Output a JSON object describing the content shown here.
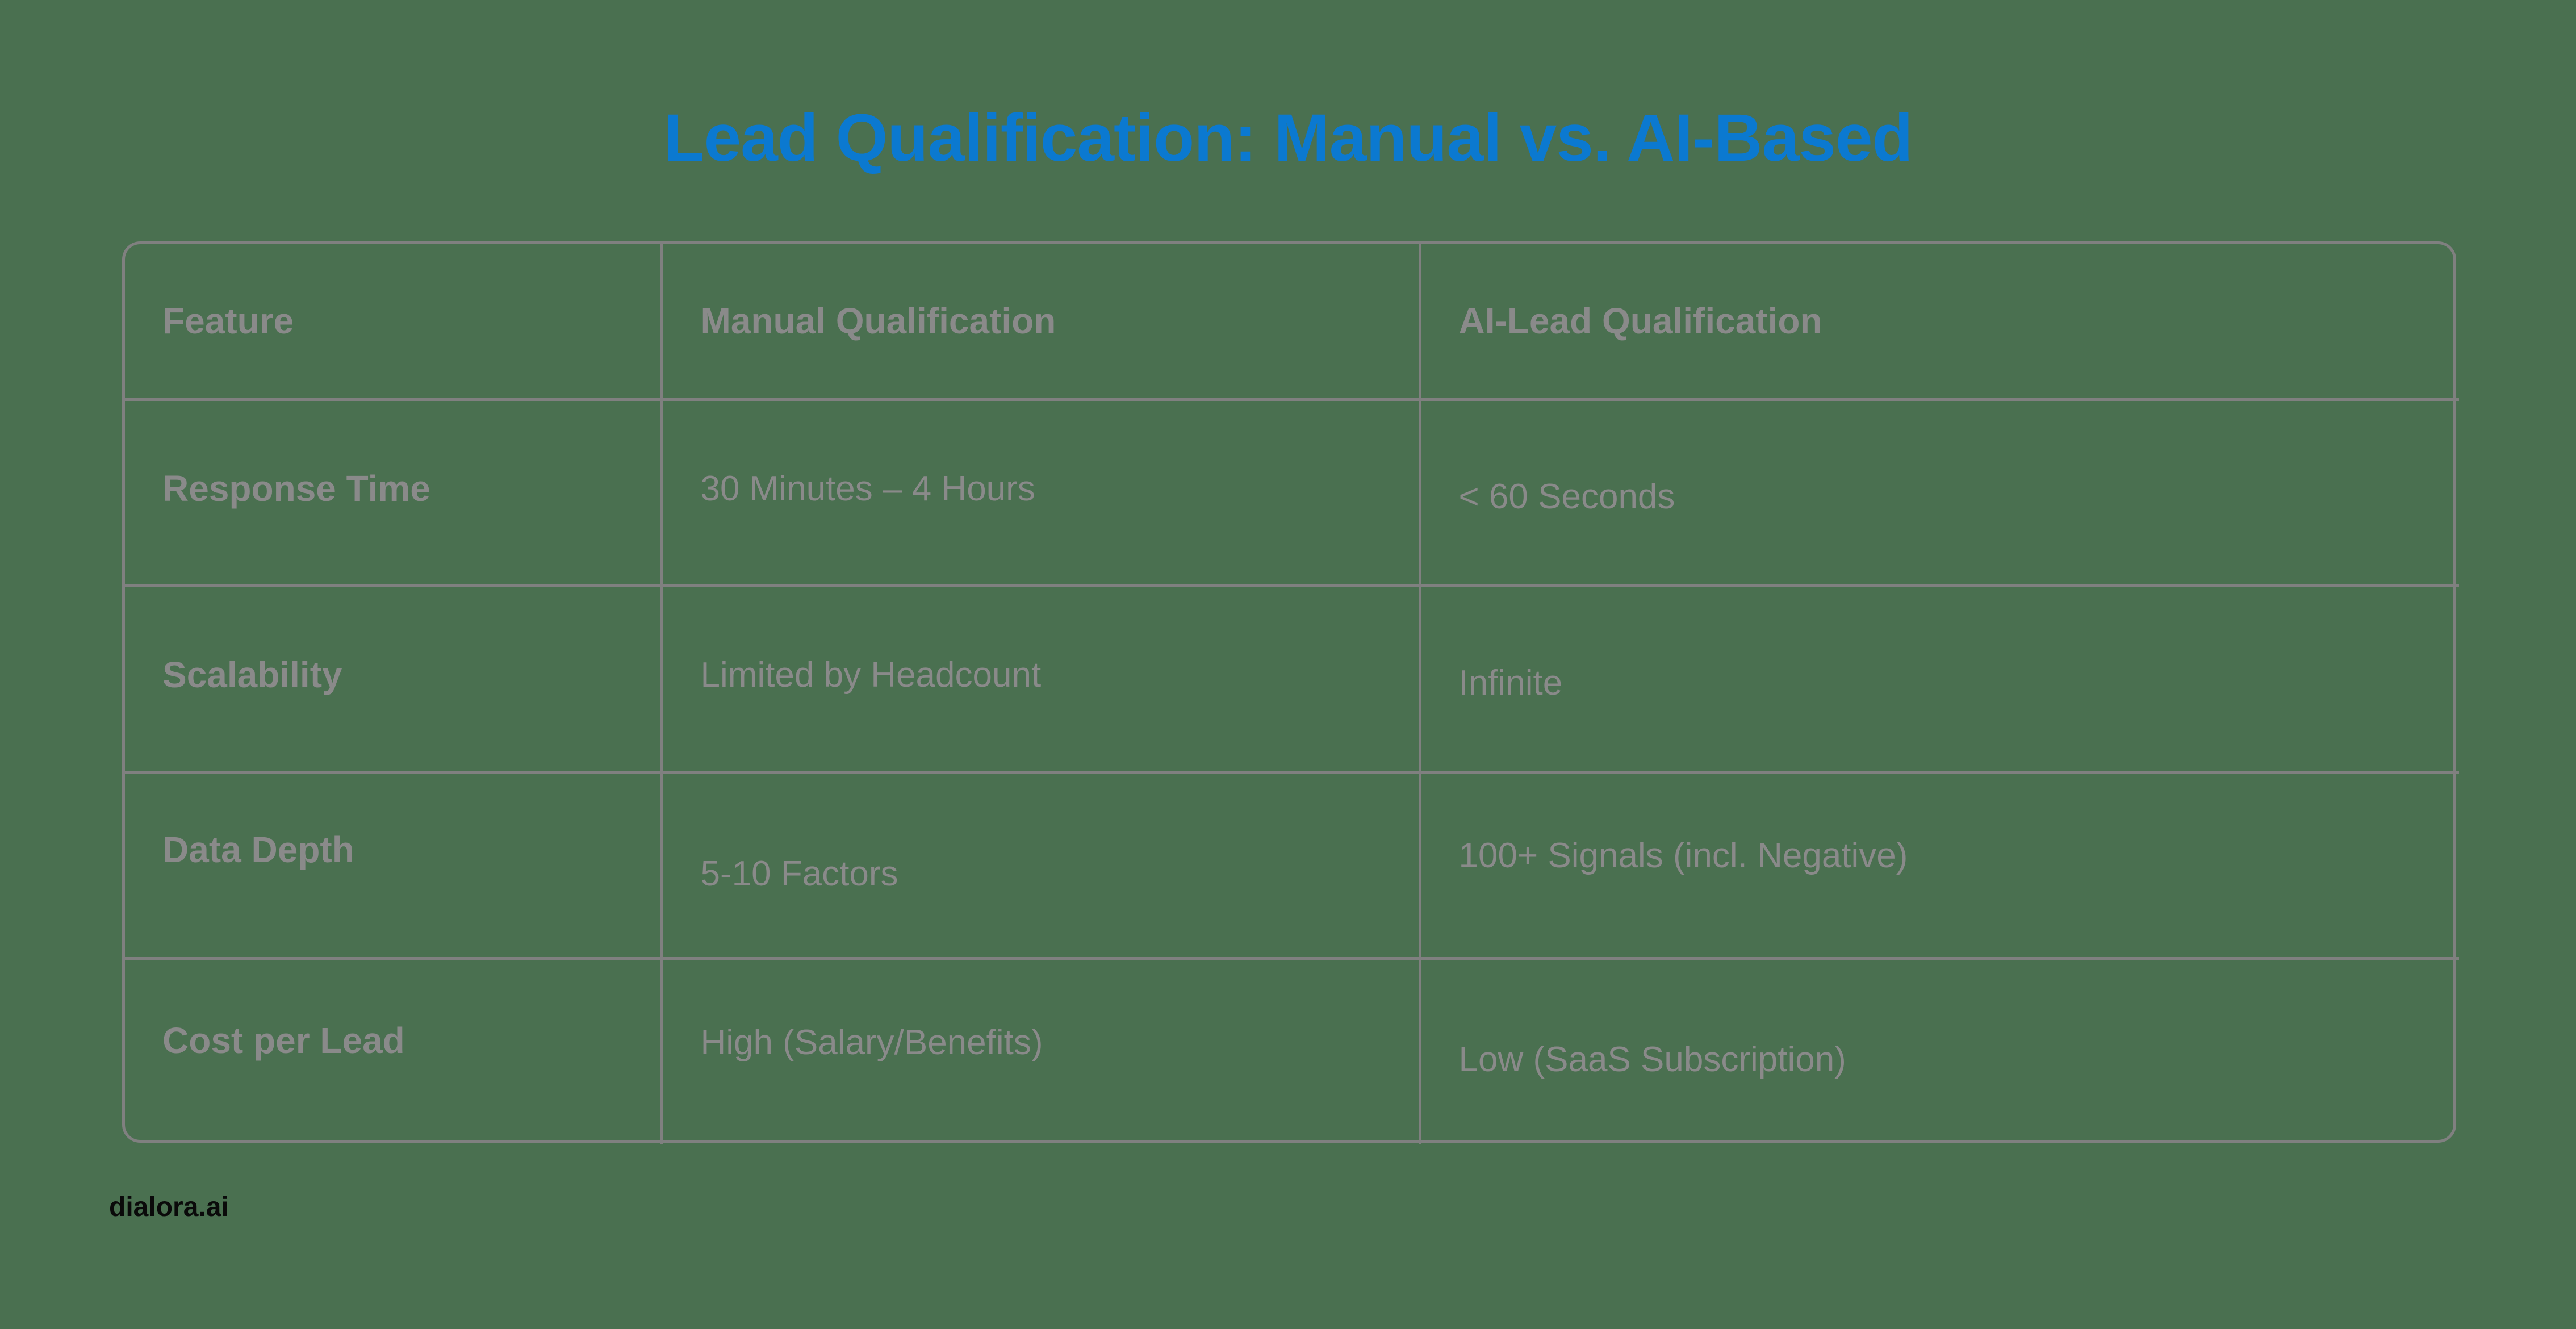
{
  "page": {
    "title": "Lead Qualification: Manual vs. AI-Based",
    "background_color": "#4a7050",
    "title_color": "#0b79d0",
    "table_border_color": "#808080",
    "table_text_color": "#8a8a8a",
    "footer_color": "#0a0a0a"
  },
  "table": {
    "headers": [
      "Feature",
      "Manual Qualification",
      "AI-Lead Qualification"
    ],
    "rows": [
      {
        "feature": "Response Time",
        "manual": "30 Minutes – 4 Hours",
        "ai": "< 60 Seconds"
      },
      {
        "feature": "Scalability",
        "manual": "Limited by Headcount",
        "ai": "Infinite"
      },
      {
        "feature": "Data Depth",
        "manual": "5-10 Factors",
        "ai": "100+ Signals (incl. Negative)"
      },
      {
        "feature": "Cost per Lead",
        "manual": "High (Salary/Benefits)",
        "ai": "Low (SaaS Subscription)"
      }
    ]
  },
  "footer": {
    "brand": "dialora.ai"
  }
}
